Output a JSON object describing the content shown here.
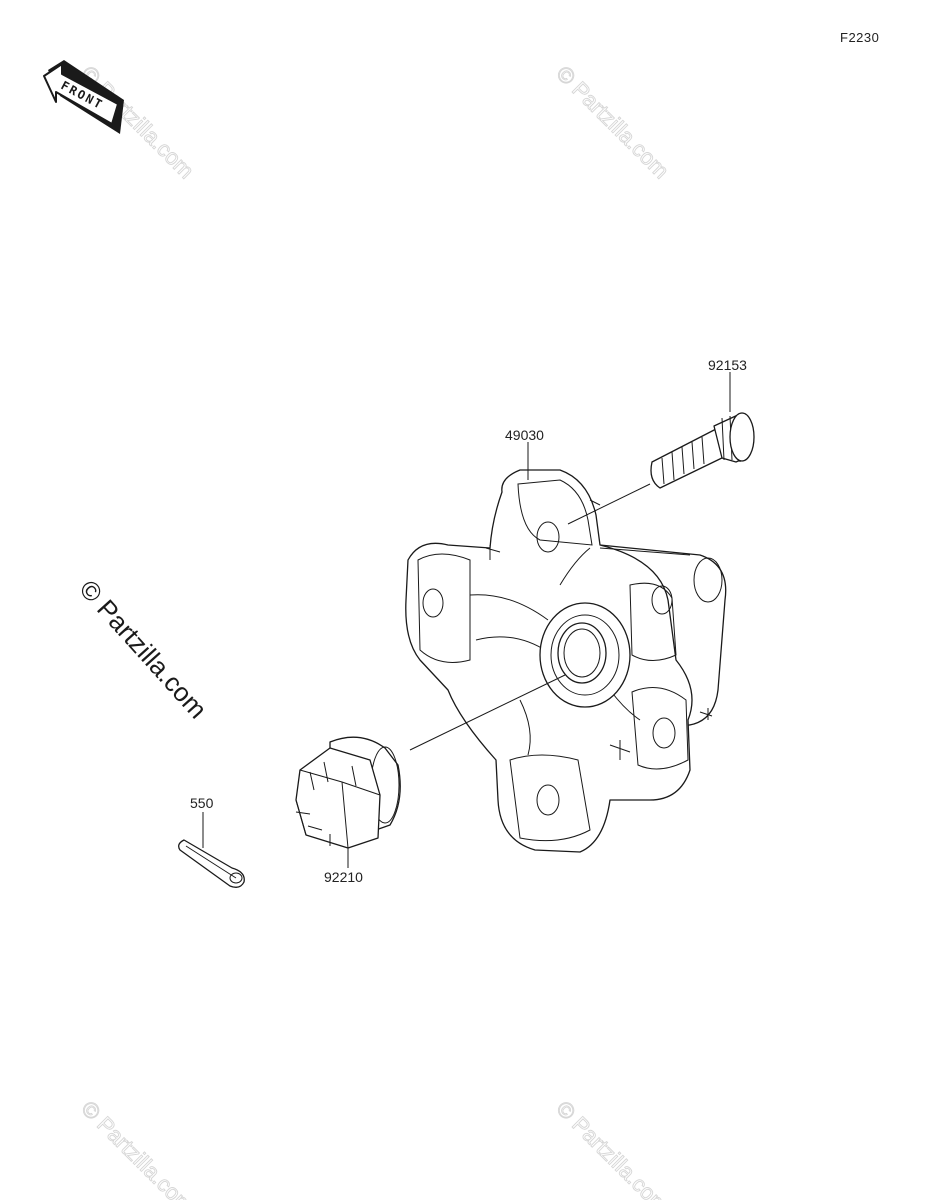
{
  "figure_code": "F2230",
  "front_label": "FRONT",
  "watermark": "© Partzilla.com",
  "parts": [
    {
      "number": "92153"
    },
    {
      "number": "49030"
    },
    {
      "number": "550"
    },
    {
      "number": "92210"
    }
  ]
}
